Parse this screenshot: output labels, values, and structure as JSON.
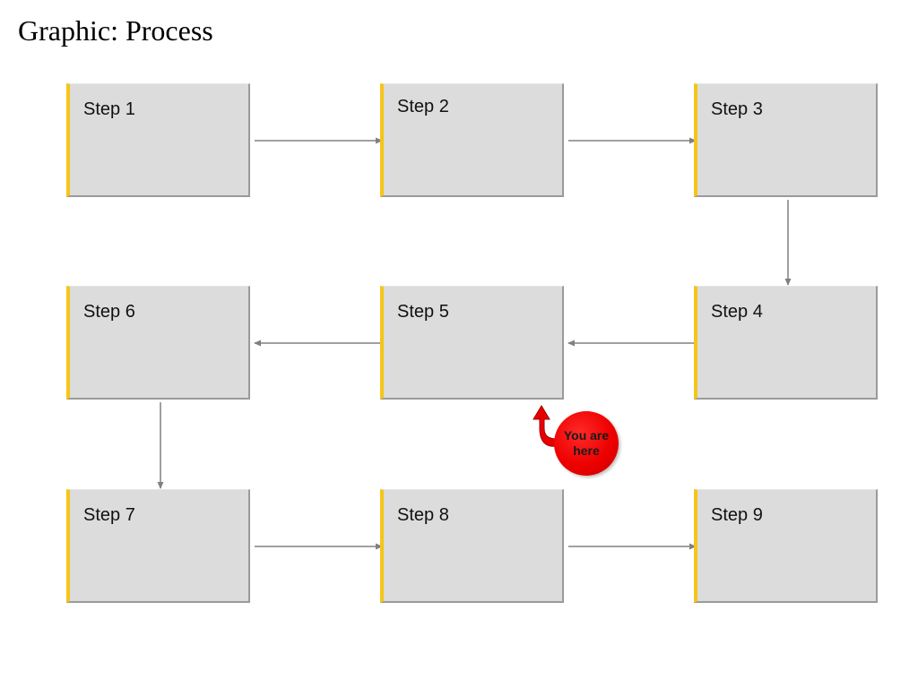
{
  "title": "Graphic: Process",
  "steps": [
    {
      "label": "Step 1"
    },
    {
      "label": "Step 2"
    },
    {
      "label": "Step 3"
    },
    {
      "label": "Step 4"
    },
    {
      "label": "Step 5"
    },
    {
      "label": "Step 6"
    },
    {
      "label": "Step 7"
    },
    {
      "label": "Step 8"
    },
    {
      "label": "Step 9"
    }
  ],
  "marker": {
    "text": "You are here",
    "points_to": "Step 5",
    "color": "#ee0000"
  },
  "colors": {
    "box_fill": "#dcdcdc",
    "accent": "#f5c518",
    "connector": "#808080"
  }
}
